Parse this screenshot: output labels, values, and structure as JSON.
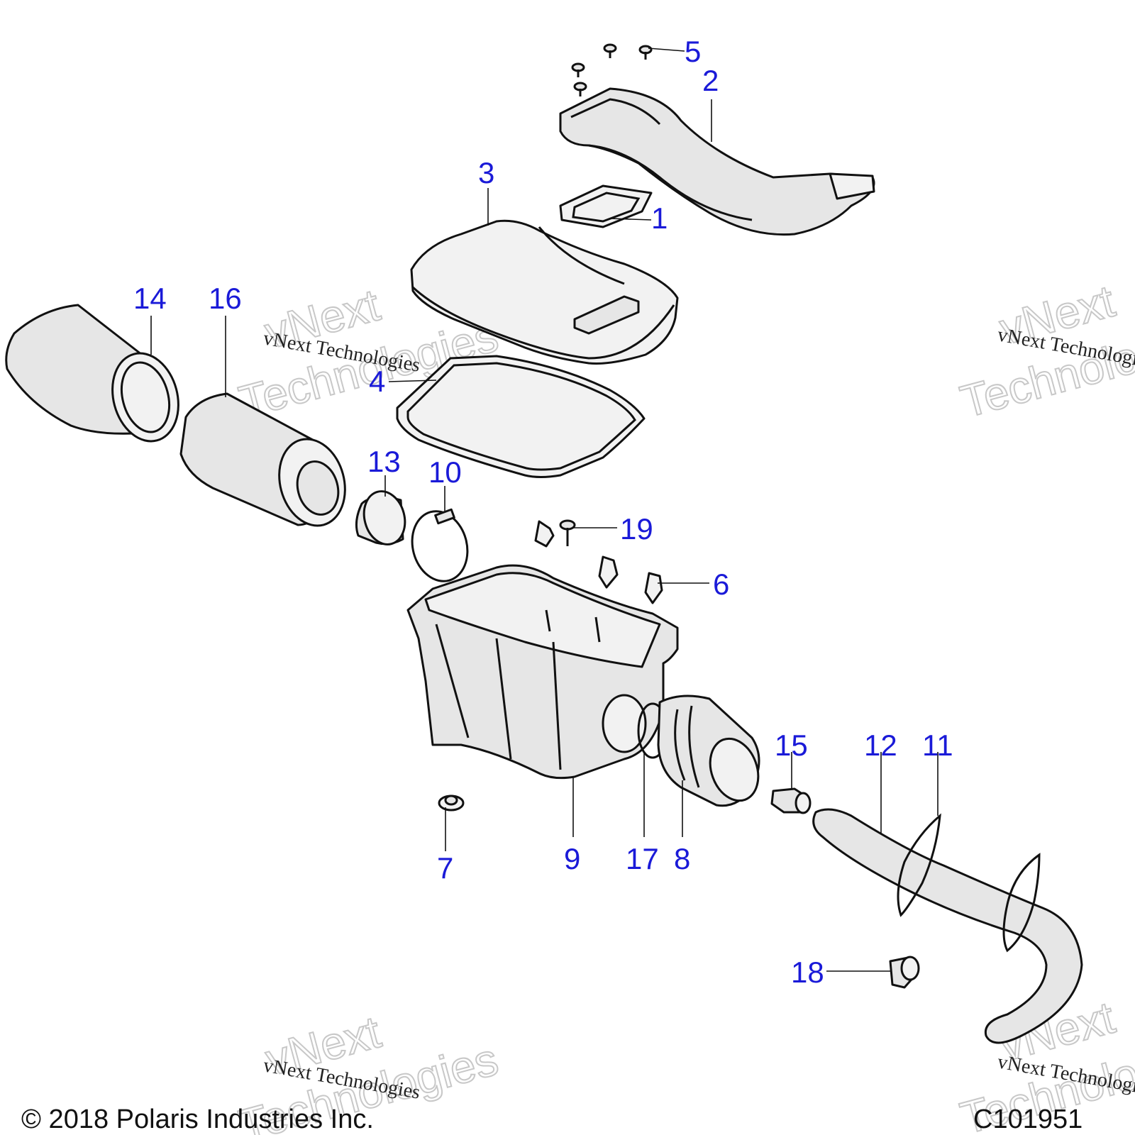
{
  "callouts": {
    "c1": "1",
    "c2": "2",
    "c3": "3",
    "c4": "4",
    "c5": "5",
    "c6": "6",
    "c7": "7",
    "c8": "8",
    "c9": "9",
    "c10": "10",
    "c11": "11",
    "c12": "12",
    "c13": "13",
    "c14": "14",
    "c15": "15",
    "c16": "16",
    "c17": "17",
    "c18": "18",
    "c19": "19"
  },
  "watermark": {
    "line": "vNext Technologies",
    "big_top": "vNext",
    "big_bottom": "Technologies"
  },
  "footer": {
    "copyright": "© 2018 Polaris Industries Inc.",
    "code": "C101951"
  },
  "colors": {
    "callout": "#1a1ad8",
    "part_fill": "#e6e6e6",
    "outline": "#111111"
  }
}
